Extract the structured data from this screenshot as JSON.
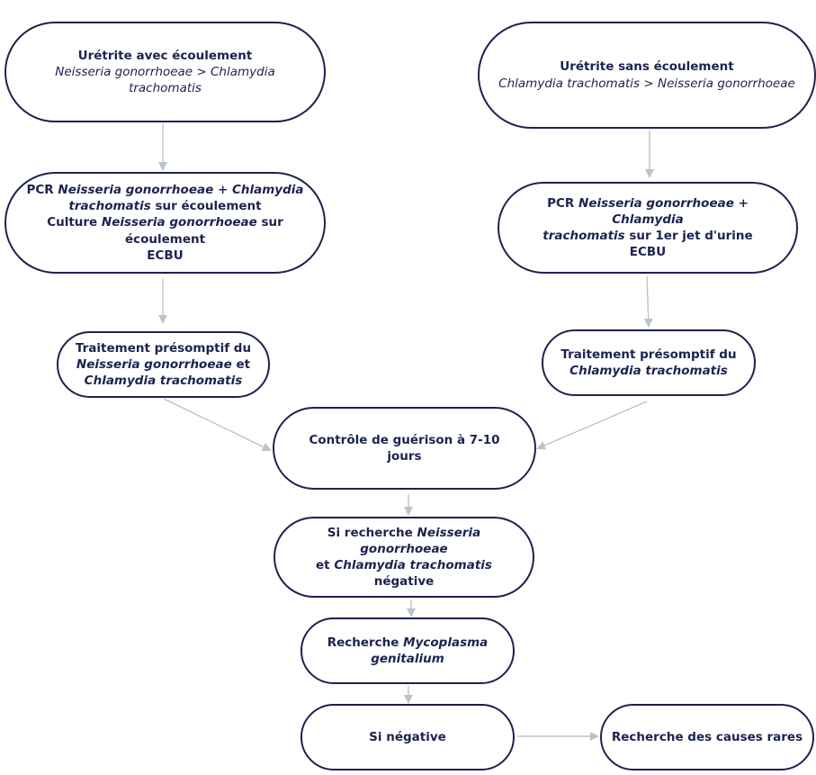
{
  "urethritis_with_discharge": {
    "title": "Urétrite avec écoulement",
    "subtitle_1": "Neisseria gonorrhoeae",
    "subtitle_sep": " > ",
    "subtitle_2": "Chlamydia trachomatis"
  },
  "urethritis_without_discharge": {
    "title": "Urétrite sans écoulement",
    "subtitle_1": "Chlamydia trachomatis",
    "subtitle_sep": " > ",
    "subtitle_2": "Neisseria gonorrhoeae"
  },
  "pcr_left": {
    "l1_a": "PCR ",
    "l1_b": "Neisseria gonorrhoeae",
    "l1_c": " + ",
    "l1_d": "Chlamydia",
    "l2_a": "trachomatis",
    "l2_b": " sur écoulement",
    "l3_a": "Culture ",
    "l3_b": "Neisseria gonorrhoeae",
    "l3_c": " sur",
    "l4": "écoulement",
    "l5": "ECBU"
  },
  "pcr_right": {
    "l1_a": "PCR ",
    "l1_b": "Neisseria gonorrhoeae",
    "l1_c": " + ",
    "l1_d": "Chlamydia",
    "l2_a": "trachomatis",
    "l2_b": " sur 1er jet d'urine",
    "l3": "ECBU"
  },
  "treatment_left": {
    "l1": "Traitement présomptif du",
    "l2_a": "Neisseria gonorrhoeae",
    "l2_b": " et",
    "l3": "Chlamydia trachomatis"
  },
  "treatment_right": {
    "l1": "Traitement présomptif du",
    "l2": "Chlamydia trachomatis"
  },
  "cure_control": {
    "label": "Contrôle de guérison à 7-10 jours"
  },
  "negative_search": {
    "l1_a": "Si recherche ",
    "l1_b": "Neisseria gonorrhoeae",
    "l2_a": "et ",
    "l2_b": "Chlamydia trachomatis",
    "l2_c": " négative"
  },
  "mycoplasma": {
    "l1_a": "Recherche ",
    "l1_b": "Mycoplasma",
    "l2": "genitalium"
  },
  "if_negative": {
    "label": "Si négative"
  },
  "rare_causes": {
    "label": "Recherche des causes rares"
  },
  "colors": {
    "border": "#1c2350",
    "arrow": "#b9c3cb"
  }
}
